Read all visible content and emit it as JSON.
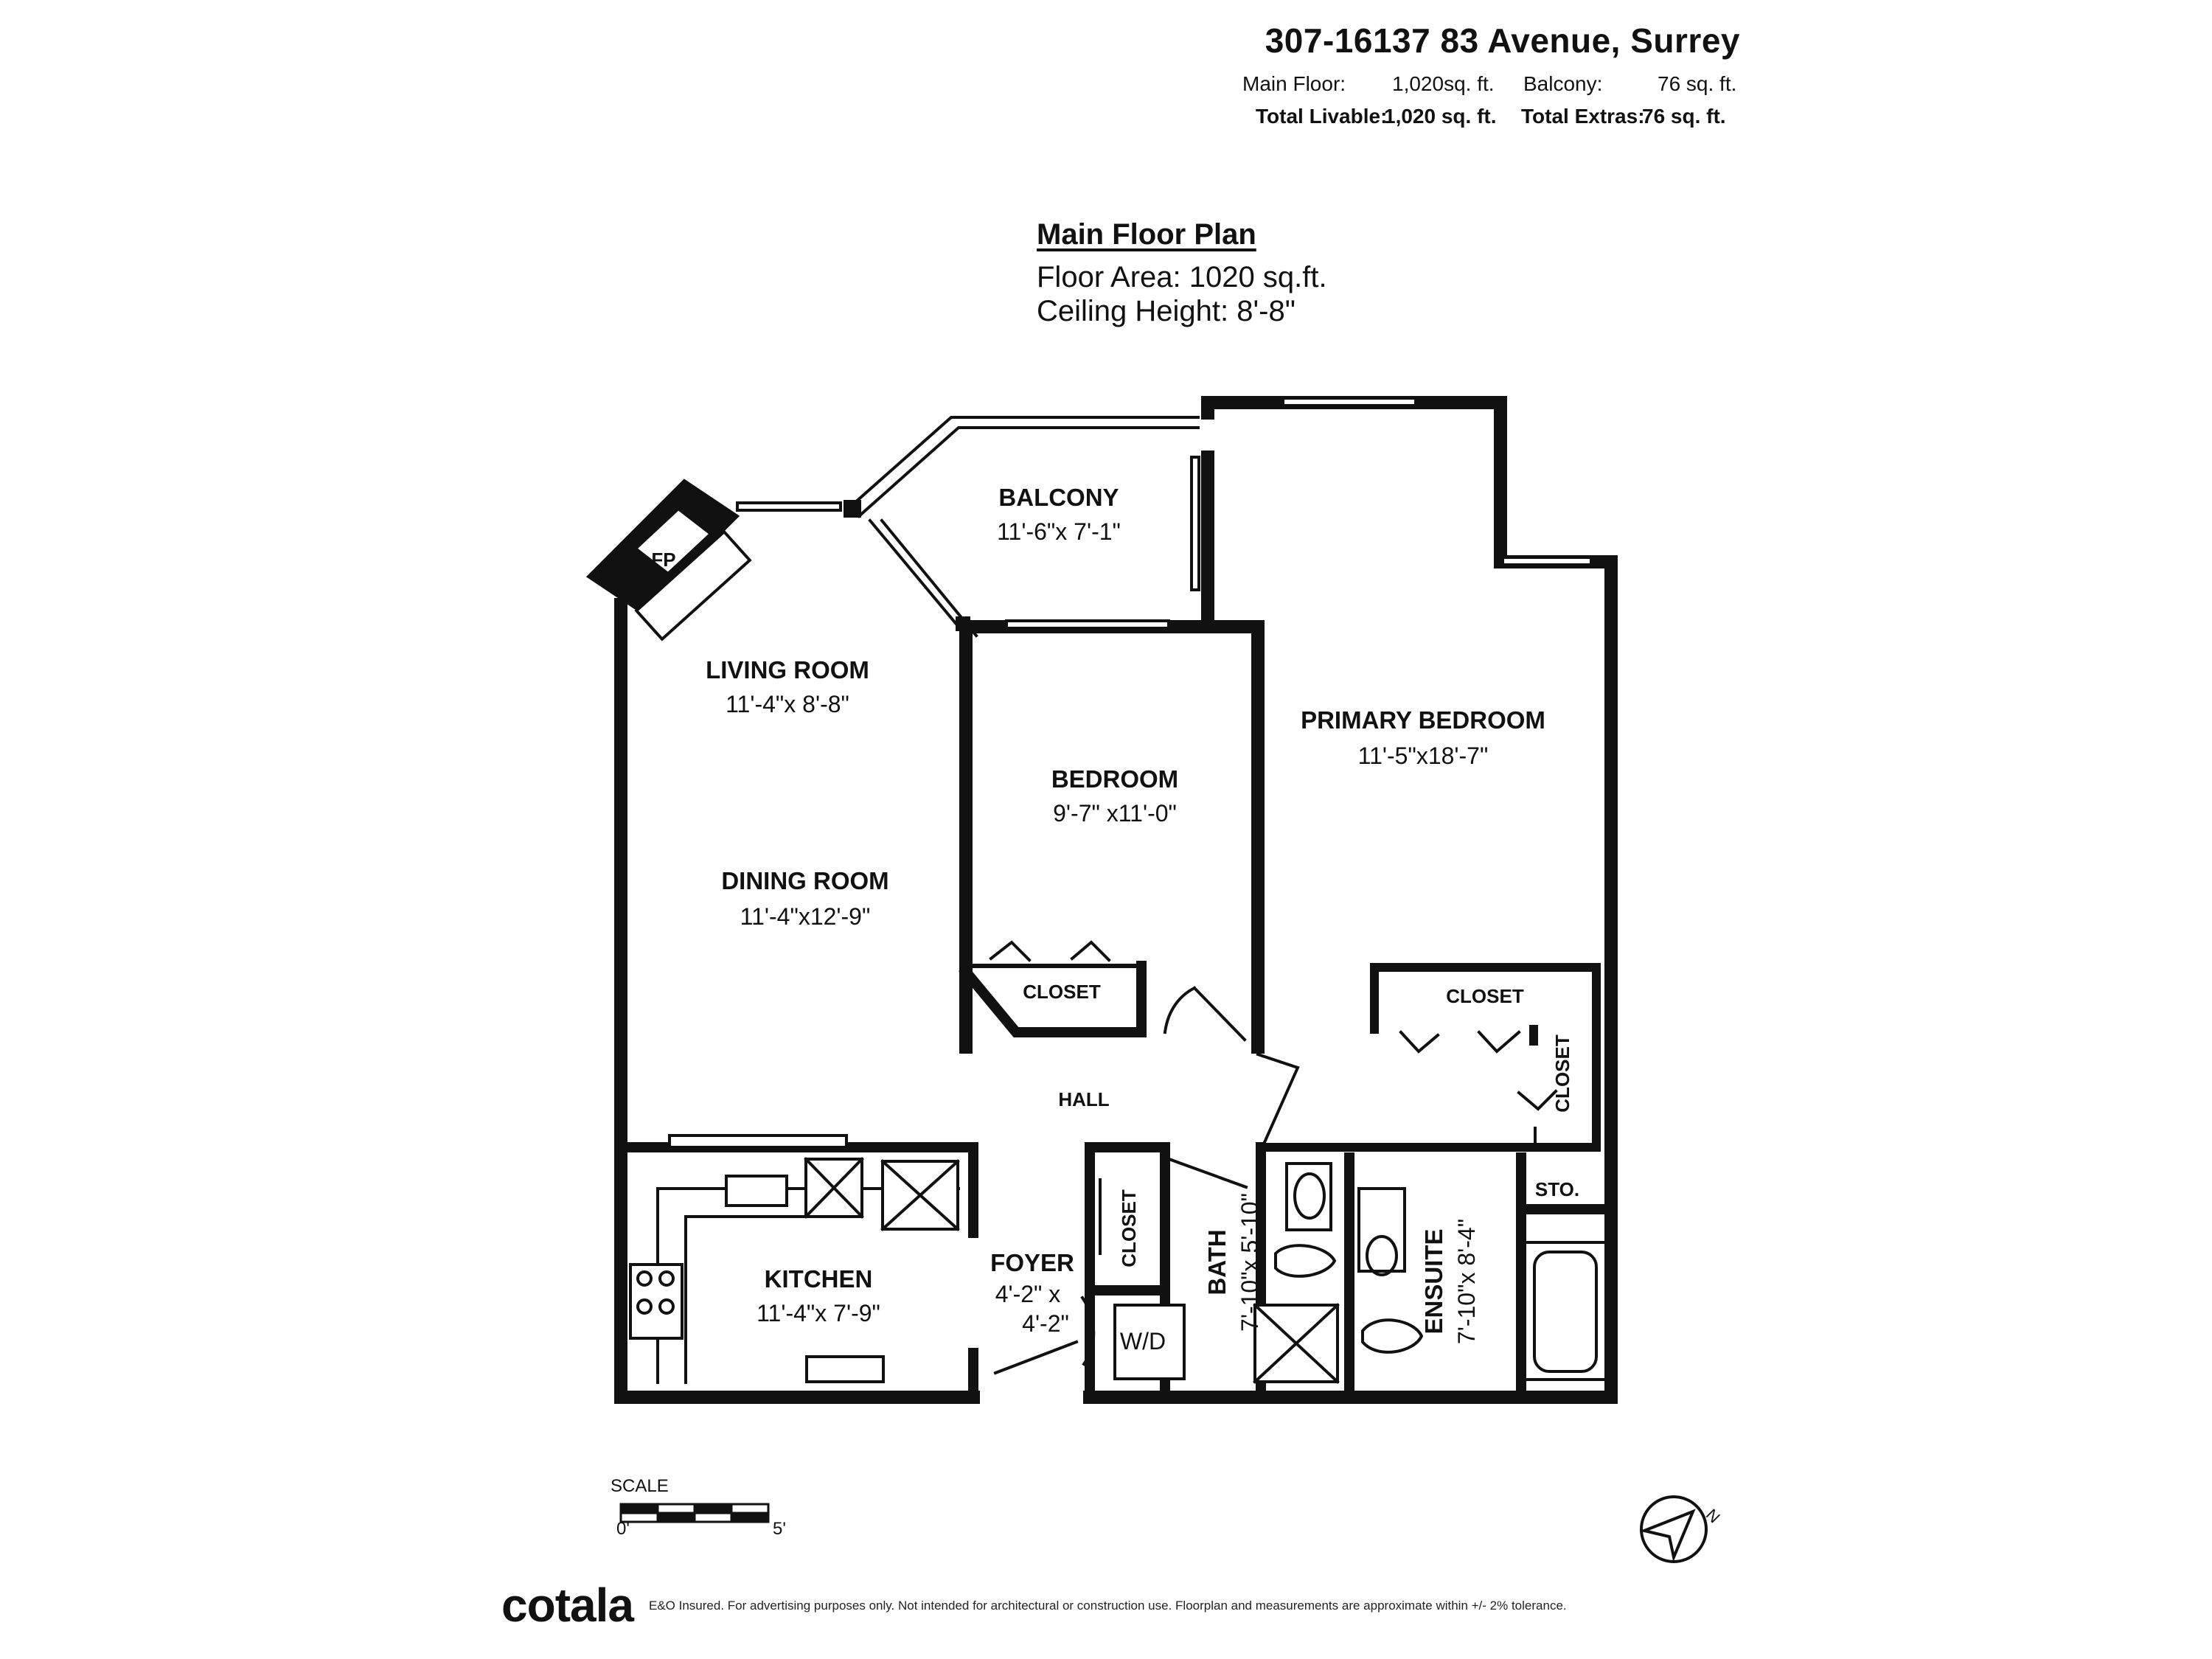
{
  "header": {
    "address": "307-16137 83 Avenue, Surrey",
    "main_floor_label": "Main Floor:",
    "main_floor_value": "1,020sq. ft.",
    "balcony_label": "Balcony:",
    "balcony_value": "76 sq. ft.",
    "total_livable_label": "Total Livable:",
    "total_livable_value": "1,020 sq. ft.",
    "total_extras_label": "Total Extras:",
    "total_extras_value": "76 sq. ft."
  },
  "plan": {
    "title": "Main Floor Plan",
    "floor_area": "Floor Area: 1020 sq.ft.",
    "ceiling_height": "Ceiling Height: 8'-8\""
  },
  "rooms": {
    "balcony": {
      "name": "BALCONY",
      "dim": "11'-6\"x 7'-1\""
    },
    "living": {
      "name": "LIVING ROOM",
      "dim": "11'-4\"x 8'-8\""
    },
    "dining": {
      "name": "DINING ROOM",
      "dim": "11'-4\"x12'-9\""
    },
    "bedroom": {
      "name": "BEDROOM",
      "dim": "9'-7\" x11'-0\""
    },
    "primary": {
      "name": "PRIMARY BEDROOM",
      "dim": "11'-5\"x18'-7\""
    },
    "kitchen": {
      "name": "KITCHEN",
      "dim": "11'-4\"x 7'-9\""
    },
    "foyer": {
      "name": "FOYER",
      "dim_a": "4'-2\" x",
      "dim_b": "4'-2\""
    },
    "bath": {
      "name": "BATH",
      "dim": "7'-10\"x 5'-10\""
    },
    "ensuite": {
      "name": "ENSUITE",
      "dim": "7'-10\"x 8'-4\""
    },
    "hall": "HALL",
    "closet": "CLOSET",
    "sto": "STO.",
    "wd": "W/D",
    "fp": "FP"
  },
  "scale": {
    "label": "SCALE",
    "start": "0'",
    "end": "5'"
  },
  "footer": {
    "logo": "cotala",
    "disclaimer": "E&O Insured. For advertising purposes only. Not intended for architectural or construction use. Floorplan and measurements are approximate within +/- 2% tolerance."
  },
  "compass": {
    "north_label": "N"
  }
}
